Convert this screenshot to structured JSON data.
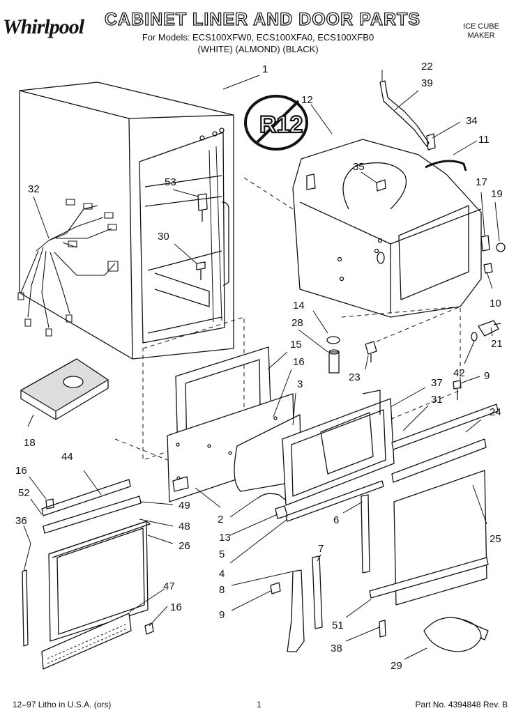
{
  "header": {
    "brand": "Whirlpool",
    "title": "CABINET LINER AND DOOR PARTS",
    "models": "For Models: ECS100XFW0, ECS100XFA0, ECS100XFB0",
    "colors": "(WHITE)    (ALMOND)    (BLACK)",
    "section_line1": "ICE CUBE",
    "section_line2": "MAKER",
    "badge_text": "R12"
  },
  "footer": {
    "left": "12–97 Litho in U.S.A. (ors)",
    "page": "1",
    "right": "Part No. 4394848 Rev. B"
  },
  "callouts": [
    "1",
    "2",
    "3",
    "4",
    "5",
    "6",
    "7",
    "8",
    "9",
    "9",
    "10",
    "11",
    "12",
    "13",
    "14",
    "15",
    "16",
    "16",
    "16",
    "17",
    "18",
    "19",
    "21",
    "22",
    "23",
    "24",
    "25",
    "26",
    "28",
    "29",
    "30",
    "31",
    "32",
    "34",
    "35",
    "36",
    "37",
    "38",
    "39",
    "42",
    "44",
    "47",
    "48",
    "49",
    "51",
    "52",
    "53"
  ]
}
